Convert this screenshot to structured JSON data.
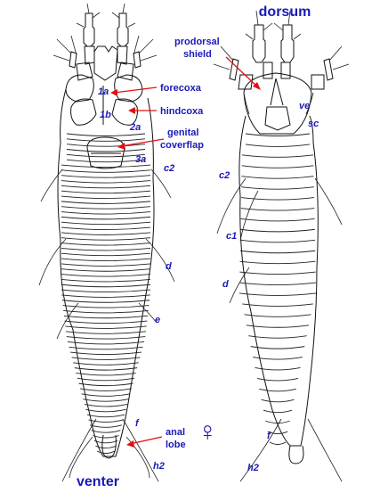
{
  "figure": {
    "symbol": "♀",
    "panels": {
      "ventral": {
        "title": "venter"
      },
      "dorsal": {
        "title": "dorsum"
      }
    },
    "callouts": {
      "forecoxa": "forecoxa",
      "hindcoxa": "hindcoxa",
      "genital_line1": "genital",
      "genital_line2": "coverflap",
      "anal_line1": "anal",
      "anal_line2": "lobe",
      "prodorsal_line1": "prodorsal",
      "prodorsal_line2": "shield"
    },
    "setae_ventral": {
      "s1a": "1a",
      "s1b": "1b",
      "s2a": "2a",
      "s3a": "3a",
      "c2": "c2",
      "d": "d",
      "e": "e",
      "f": "f",
      "h2": "h2"
    },
    "setae_dorsal": {
      "ve": "ve",
      "sc": "sc",
      "c2": "c2",
      "c1": "c1",
      "d": "d",
      "f": "f",
      "h2": "h2"
    },
    "colors": {
      "label": "#1a1ab8",
      "arrow": "#e01010",
      "drawing": "#111111"
    }
  }
}
